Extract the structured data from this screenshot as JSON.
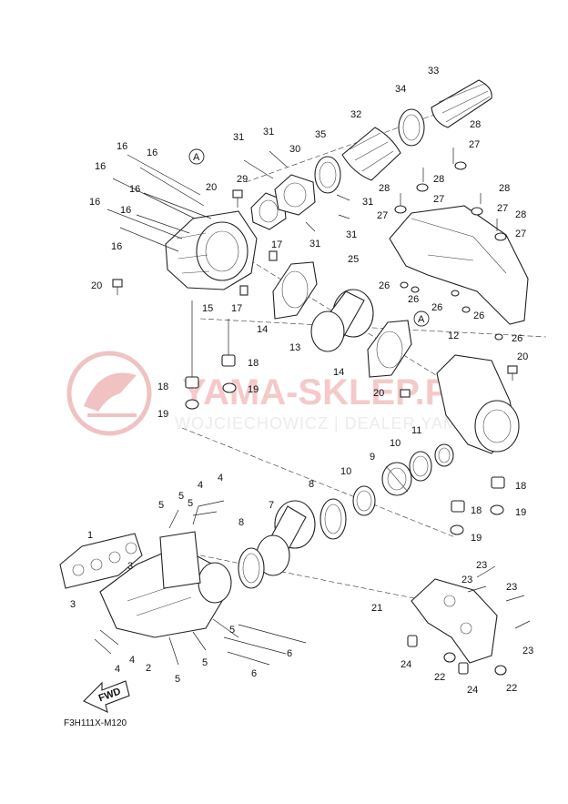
{
  "diagram_code": "F3H111X-M120",
  "fwd_label": "FWD",
  "watermark": {
    "main": "YAMA-SKLEP.PL",
    "sub": "WOJCIECHOWICZ | DEALER YAMAHA"
  },
  "callout_letter": "A",
  "part_numbers": [
    "1",
    "2",
    "3",
    "4",
    "5",
    "6",
    "7",
    "8",
    "9",
    "10",
    "11",
    "12",
    "13",
    "14",
    "15",
    "16",
    "17",
    "18",
    "19",
    "20",
    "21",
    "22",
    "23",
    "24",
    "25",
    "26",
    "27",
    "28",
    "29",
    "30",
    "31",
    "32",
    "33",
    "34",
    "35"
  ],
  "colors": {
    "line": "#222222",
    "watermark": "#e7a0a0"
  }
}
